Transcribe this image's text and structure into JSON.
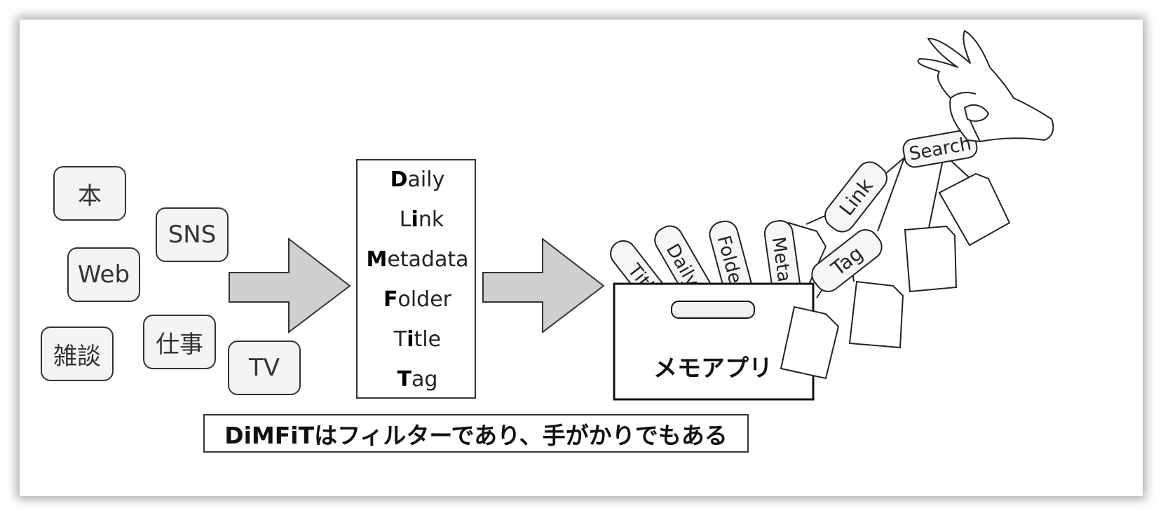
{
  "sources": [
    "本",
    "SNS",
    "Web",
    "雑談",
    "仕事",
    "TV"
  ],
  "filter": {
    "items": [
      {
        "first": "D",
        "rest": "aily"
      },
      {
        "first": "Li",
        "rest": "nk"
      },
      {
        "first": "M",
        "rest": "etadata"
      },
      {
        "first": "F",
        "rest": "older"
      },
      {
        "first": "Ti",
        "rest": "tle"
      },
      {
        "first": "T",
        "rest": "ag"
      }
    ]
  },
  "box": {
    "label": "メモアプリ"
  },
  "tags": {
    "title": "Titl",
    "daily": "Daily",
    "folder": "Folde",
    "meta": "Meta",
    "tag": "Tag",
    "link": "Link",
    "search": "Search"
  },
  "caption": "DiMFiTはフィルターであり、手がかりでもある"
}
